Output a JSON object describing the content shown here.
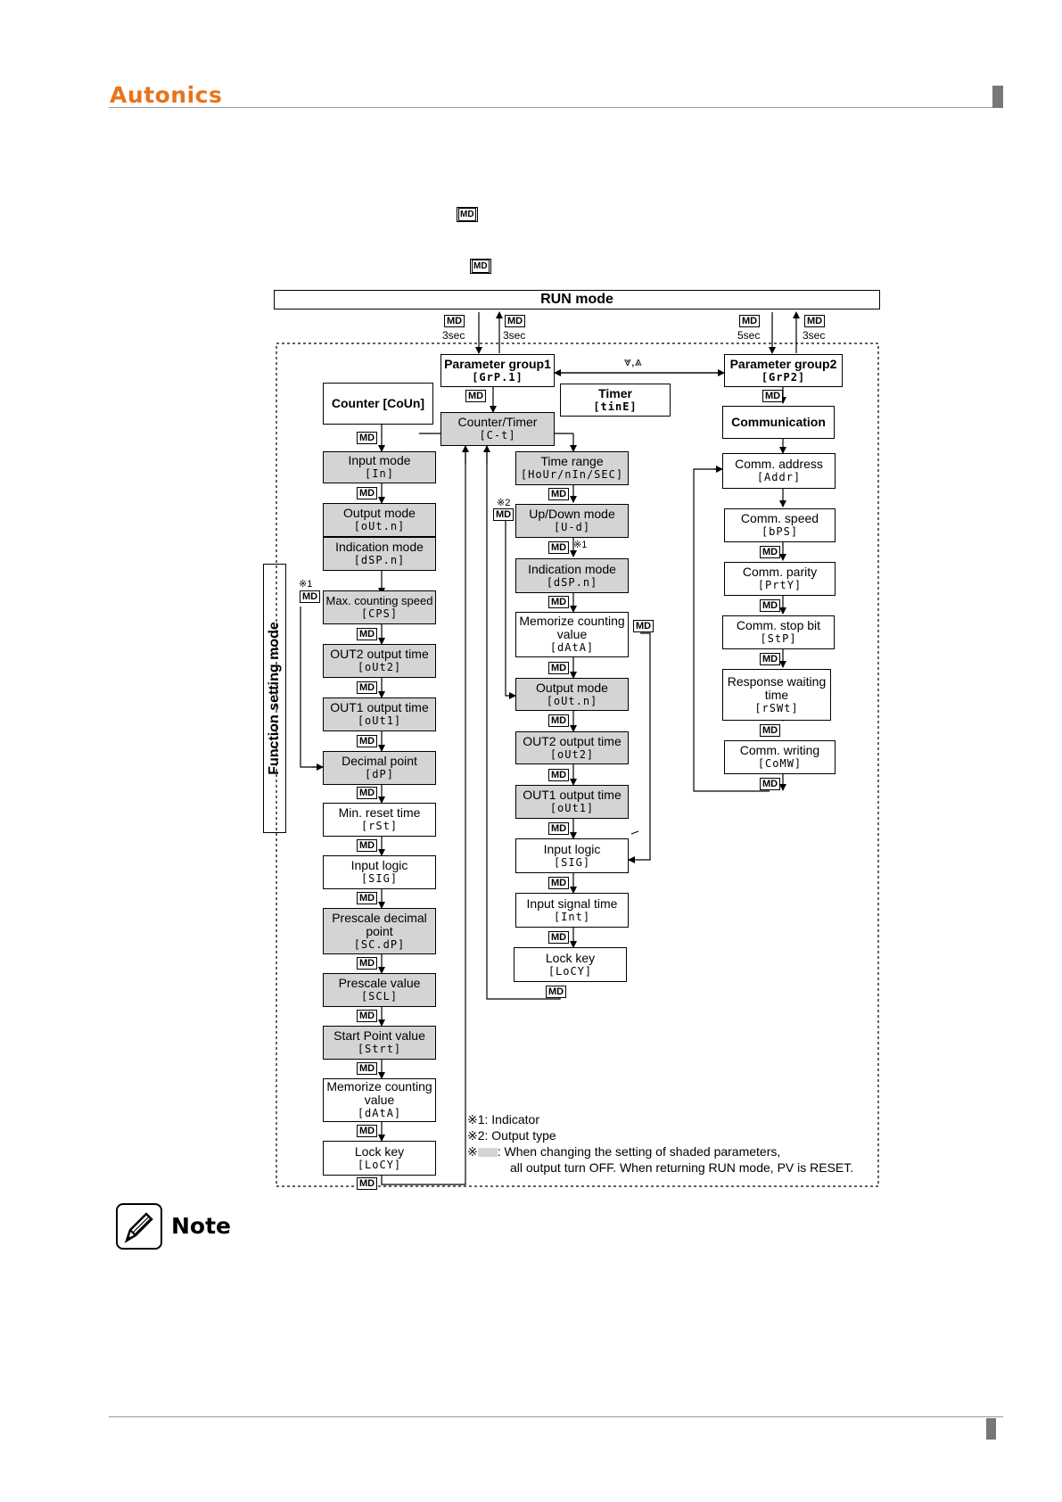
{
  "brand": "Autonics",
  "text_md_icons": [
    {
      "label": "MD"
    },
    {
      "label": "MD"
    }
  ],
  "run_mode": "RUN mode",
  "function_setting_mode": "Function setting mode",
  "md": "MD",
  "labels": {
    "s3a": "3sec",
    "s3b": "3sec",
    "s5": "5sec",
    "s3c": "3sec",
    "x1a": "※1",
    "x1b": "※1",
    "x2": "※2",
    "updown": "⩔,⩓"
  },
  "boxes": {
    "pg1": {
      "t": "Parameter group1",
      "c": "[GrP.1]"
    },
    "pg2": {
      "t": "Parameter group2",
      "c": "[GrP2]"
    },
    "counter": {
      "t": "Counter [CoUn]"
    },
    "timer": {
      "t": "Timer",
      "c": "[tinE]"
    },
    "ct": {
      "t": "Counter/Timer",
      "c": "[C-t]"
    },
    "comm": {
      "t": "Communication"
    },
    "inmode": {
      "t": "Input mode",
      "c": "[In]"
    },
    "outmode": {
      "t": "Output mode",
      "c": "[oUt.n]"
    },
    "indmode": {
      "t": "Indication mode",
      "c": "[dSP.n]"
    },
    "maxcs": {
      "t": "Max. counting speed",
      "c": "[CPS]"
    },
    "out2": {
      "t": "OUT2 output time",
      "c": "[oUt2]"
    },
    "out1": {
      "t": "OUT1 output time",
      "c": "[oUt1]"
    },
    "dp": {
      "t": "Decimal point",
      "c": "[dP]"
    },
    "minrst": {
      "t": "Min. reset time",
      "c": "[rSt]"
    },
    "inlogic": {
      "t": "Input logic",
      "c": "[SIG]"
    },
    "psdp": {
      "t": "Prescale decimal point",
      "c": "[SC.dP]"
    },
    "psv": {
      "t": "Prescale value",
      "c": "[SCL]"
    },
    "spv": {
      "t": "Start Point value",
      "c": "[Strt]"
    },
    "memcv": {
      "t": "Memorize counting value",
      "c": "[dAtA]"
    },
    "lockkey": {
      "t": "Lock key",
      "c": "[LoCY]"
    },
    "trange": {
      "t": "Time range",
      "c": "[HoUr/nIn/SEC]"
    },
    "udmode": {
      "t": "Up/Down mode",
      "c": "[U-d]"
    },
    "indmode2": {
      "t": "Indication mode",
      "c": "[dSP.n]"
    },
    "memcv2": {
      "t": "Memorize counting value",
      "c": "[dAtA]"
    },
    "outmode2": {
      "t": "Output mode",
      "c": "[oUt.n]"
    },
    "out2b": {
      "t": "OUT2 output time",
      "c": "[oUt2]"
    },
    "out1b": {
      "t": "OUT1 output time",
      "c": "[oUt1]"
    },
    "inlogic2": {
      "t": "Input logic",
      "c": "[SIG]"
    },
    "insig": {
      "t": "Input signal time",
      "c": "[Int]"
    },
    "lockkey2": {
      "t": "Lock key",
      "c": "[LoCY]"
    },
    "caddr": {
      "t": "Comm. address",
      "c": "[Addr]"
    },
    "cspeed": {
      "t": "Comm. speed",
      "c": "[bPS]"
    },
    "cparity": {
      "t": "Comm. parity",
      "c": "[PrtY]"
    },
    "cstop": {
      "t": "Comm. stop bit",
      "c": "[StP]"
    },
    "resp": {
      "t": "Response waiting time",
      "c": "[rSWt]"
    },
    "cwrite": {
      "t": "Comm. writing",
      "c": "[CoMW]"
    }
  },
  "notes": [
    "※1: Indicator",
    "※2: Output type",
    "※",
    ": When changing the setting of shaded parameters,",
    "all output turn OFF. When returning RUN mode, PV is RESET."
  ],
  "note_title": "Note",
  "colors": {
    "brand": "#e8731d",
    "shade": "#d4d4d4"
  }
}
